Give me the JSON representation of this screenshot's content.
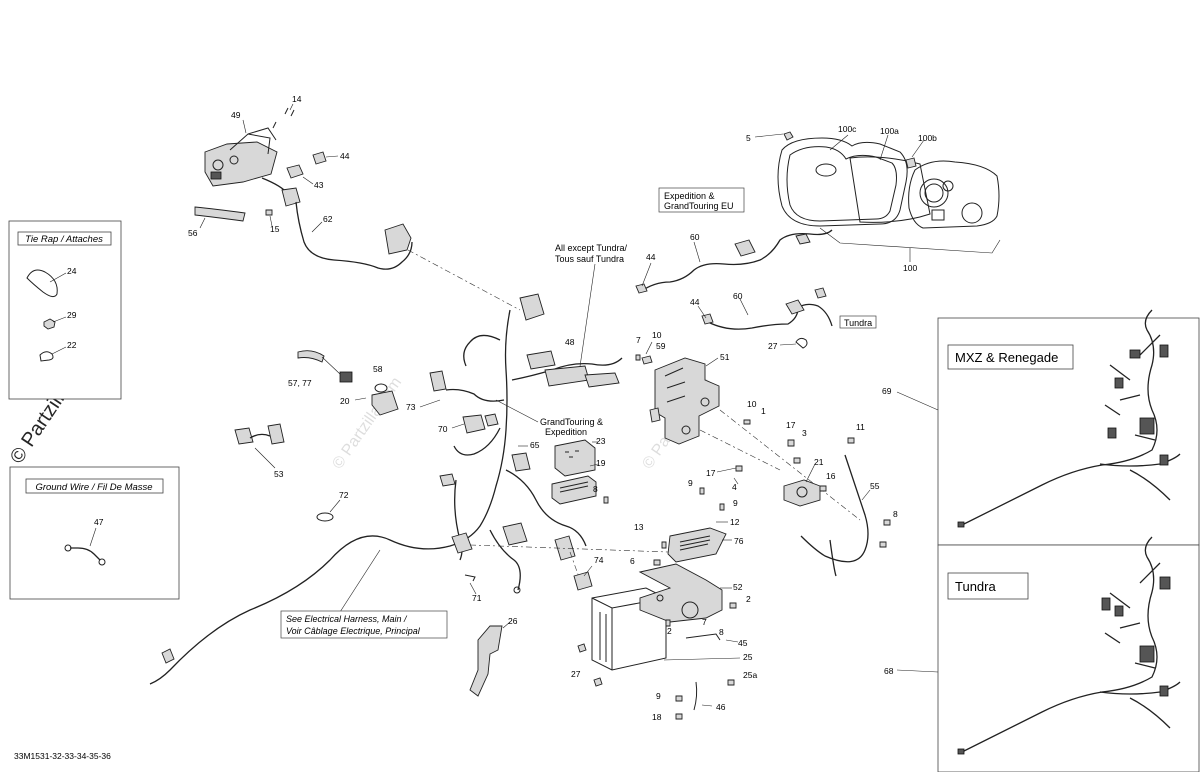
{
  "watermark": "© Partzilla.com",
  "figure_id": "33M1531-32-33-34-35-36",
  "boxes": {
    "tie_rap": "Tie Rap / Attaches",
    "ground_wire": "Ground Wire / Fil De Masse",
    "mxz": "MXZ & Renegade",
    "tundra": "Tundra"
  },
  "notes": {
    "expedition_1": "Expedition &",
    "expedition_2": "GrandTouring EU",
    "all_except_1": "All except Tundra/",
    "all_except_2": "Tous sauf Tundra",
    "tundra_small": "Tundra",
    "grandtouring_1": "GrandTouring &",
    "grandtouring_2": "Expedition",
    "see_harness_1": "See Electrical Harness, Main /",
    "see_harness_2": "Voir Câblage Electrique, Principal"
  },
  "callouts": {
    "c14": "14",
    "c49": "49",
    "c44a": "44",
    "c43": "43",
    "c56": "56",
    "c15": "15",
    "c62": "62",
    "c24": "24",
    "c29": "29",
    "c22": "22",
    "c47": "47",
    "c5": "5",
    "c100c": "100c",
    "c100a": "100a",
    "c100b": "100b",
    "c100": "100",
    "c60a": "60",
    "c44b": "44",
    "c60b": "60",
    "c44c": "44",
    "c27a": "27",
    "c48": "48",
    "c7a": "7",
    "c10a": "10",
    "c59": "59",
    "c51": "51",
    "c5777": "57, 77",
    "c58": "58",
    "c20": "20",
    "c73": "73",
    "c70": "70",
    "c65": "65",
    "c23": "23",
    "c19": "19",
    "c8a": "8",
    "c72": "72",
    "c53": "53",
    "c10b": "10",
    "c1": "1",
    "c17a": "17",
    "c3": "3",
    "c11": "11",
    "c21": "21",
    "c16": "16",
    "c17b": "17",
    "c4": "4",
    "c55": "55",
    "c9a": "9",
    "c9b": "9",
    "c12": "12",
    "c8b": "8",
    "c13": "13",
    "c76": "76",
    "c6": "6",
    "c74": "74",
    "c71": "71",
    "c52": "52",
    "c2a": "2",
    "c2b": "2",
    "c7b": "7",
    "c8c": "8",
    "c45": "45",
    "c26": "26",
    "c27b": "27",
    "c25": "25",
    "c25a": "25a",
    "c9c": "9",
    "c46": "46",
    "c18": "18",
    "c69": "69",
    "c68": "68"
  }
}
